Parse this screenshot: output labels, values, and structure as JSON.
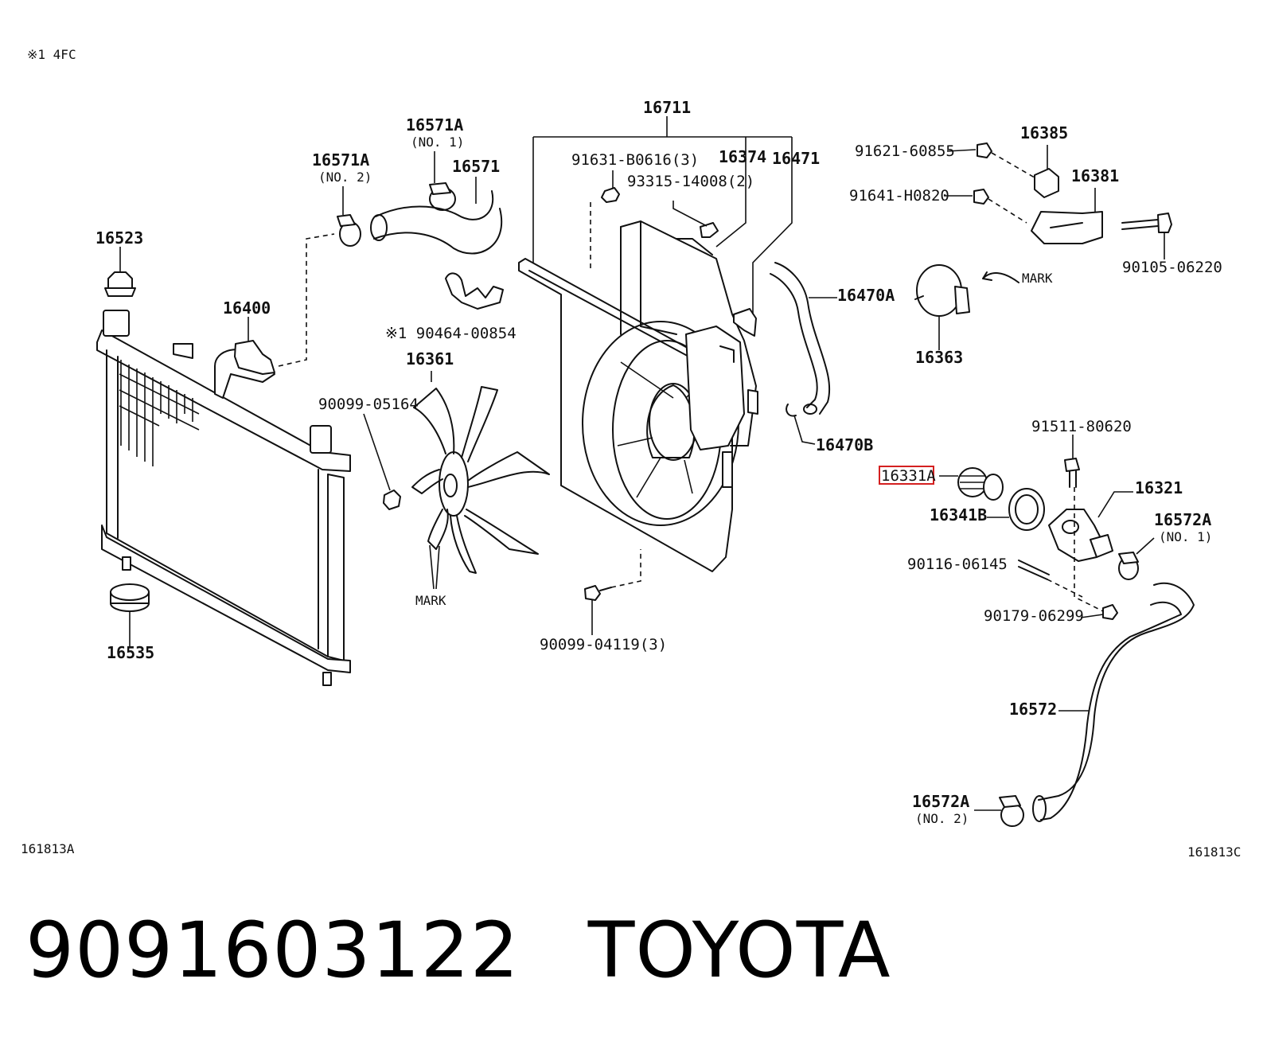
{
  "header": {
    "note": "※1 4FC"
  },
  "diagram": {
    "ref_left": "161813A",
    "ref_right": "161813C",
    "highlight_color": "#d42020",
    "labels": {
      "p16711": "16711",
      "p91631": "91631-B0616(3)",
      "p16374": "16374",
      "p16471": "16471",
      "p93315": "93315-14008(2)",
      "p16571a_no1": "16571A",
      "p16571a_no1_sub": "(NO. 1)",
      "p16571": "16571",
      "p16571a_no2": "16571A",
      "p16571a_no2_sub": "(NO. 2)",
      "p16523": "16523",
      "p16400": "16400",
      "p90464": "※1 90464-00854",
      "p16361": "16361",
      "p90099_05164": "90099-05164",
      "mark_fan": "MARK",
      "p90099_04119": "90099-04119(3)",
      "p16535": "16535",
      "p91621": "91621-60855",
      "p16385": "16385",
      "p91641": "91641-H0820",
      "p16381": "16381",
      "p90105": "90105-06220",
      "mark_sensor": "MARK",
      "p16470a": "16470A",
      "p16363": "16363",
      "p16470b": "16470B",
      "p91511": "91511-80620",
      "p16331a": "16331A",
      "p16321": "16321",
      "p16341b": "16341B",
      "p16572a_no1": "16572A",
      "p16572a_no1_sub": "(NO. 1)",
      "p90116": "90116-06145",
      "p90179": "90179-06299",
      "p16572": "16572",
      "p16572a_no2": "16572A",
      "p16572a_no2_sub": "(NO. 2)"
    }
  },
  "footer": {
    "part_number": "9091603122",
    "brand": "TOYOTA"
  }
}
